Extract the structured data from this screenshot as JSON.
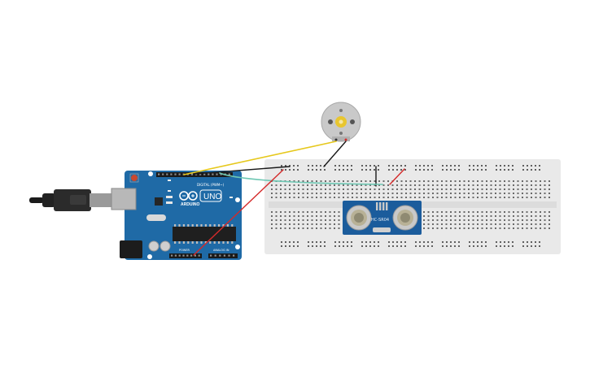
{
  "arduino": {
    "brand": "ARDUINO",
    "model": "UNO",
    "digital_label": "DIGITAL (PWM~)",
    "power_label": "POWER",
    "analog_label": "ANALOG IN",
    "chip_label": "",
    "board_color": "#1f6aa6"
  },
  "sensor": {
    "label": "HC-SR04",
    "board_color": "#1b5c9c"
  },
  "motor": {
    "body_color": "#c9c9c9",
    "shaft_color": "#e8c630"
  },
  "breadboard": {
    "color": "#e9e9e9"
  },
  "wires": {
    "yellow": "#e6c81c",
    "black": "#1a1a1a",
    "teal": "#6ec7b3",
    "red": "#d42a2a"
  }
}
